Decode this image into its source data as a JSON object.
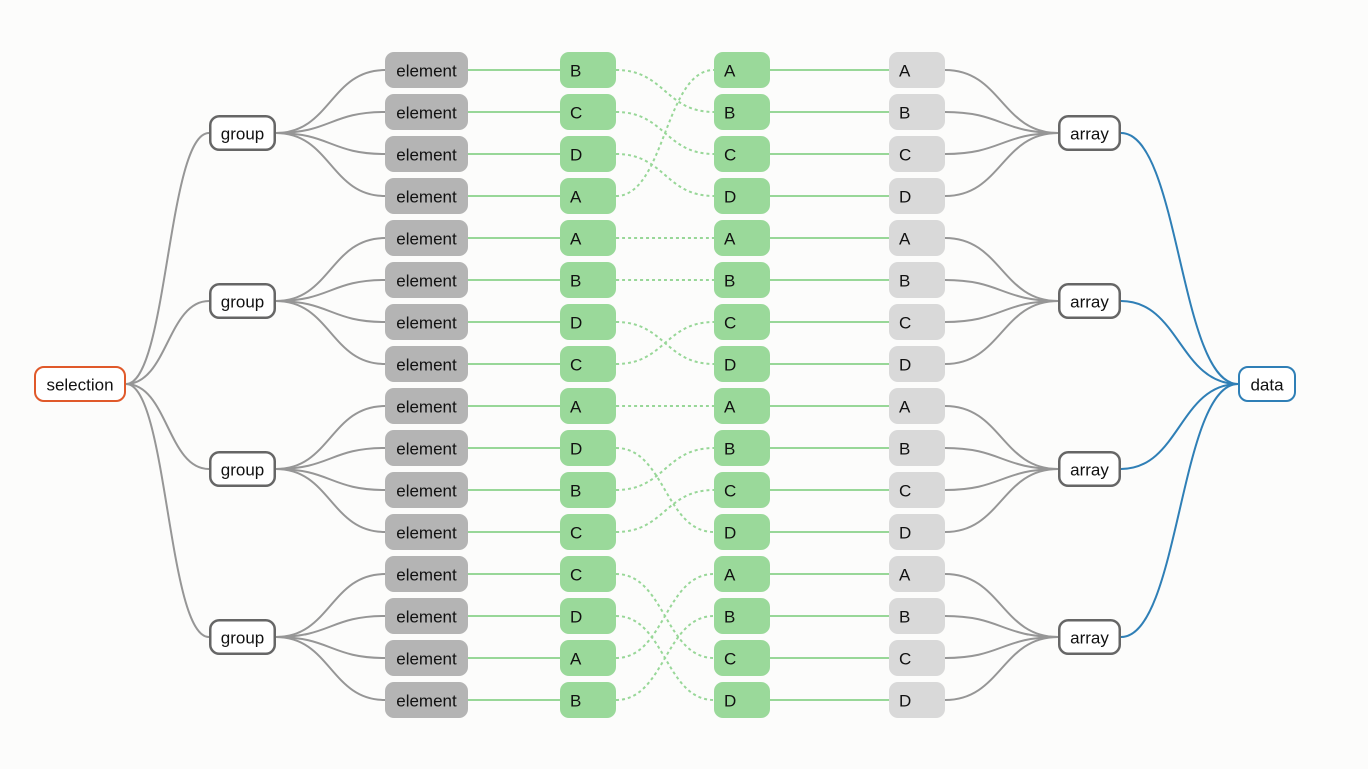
{
  "selection": {
    "label": "selection",
    "color": "#e0592a"
  },
  "data": {
    "label": "data",
    "color": "#2f7fb6"
  },
  "group_label": "group",
  "array_label": "array",
  "element_label": "element",
  "colors": {
    "link": "#969696",
    "data_link": "#2f7fb6",
    "match_link": "#98d798",
    "element_fill": "#b4b4b4",
    "key_fill": "#9ad99a",
    "datum_fill": "#d9d9d9",
    "group_stroke": "#666666"
  },
  "groups": [
    {
      "keys": [
        "B",
        "C",
        "D",
        "A"
      ],
      "data_keys": [
        "A",
        "B",
        "C",
        "D"
      ],
      "values": [
        "A",
        "B",
        "C",
        "D"
      ]
    },
    {
      "keys": [
        "A",
        "B",
        "D",
        "C"
      ],
      "data_keys": [
        "A",
        "B",
        "C",
        "D"
      ],
      "values": [
        "A",
        "B",
        "C",
        "D"
      ]
    },
    {
      "keys": [
        "A",
        "D",
        "B",
        "C"
      ],
      "data_keys": [
        "A",
        "B",
        "C",
        "D"
      ],
      "values": [
        "A",
        "B",
        "C",
        "D"
      ]
    },
    {
      "keys": [
        "C",
        "D",
        "A",
        "B"
      ],
      "data_keys": [
        "A",
        "B",
        "C",
        "D"
      ],
      "values": [
        "A",
        "B",
        "C",
        "D"
      ]
    }
  ]
}
